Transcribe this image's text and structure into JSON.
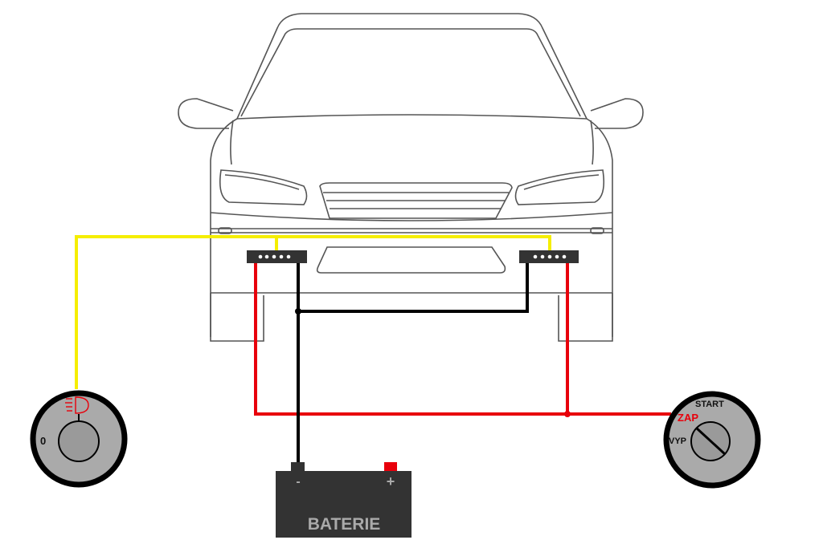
{
  "battery": {
    "label": "BATERIE",
    "minus": "-",
    "plus": "+"
  },
  "light_switch": {
    "position_off": "0",
    "icon": "headlight-icon"
  },
  "ignition_switch": {
    "start": "START",
    "on": "ZAP",
    "off": "VYP"
  },
  "colors": {
    "yellow": "#f5ee00",
    "red": "#e8000b",
    "black": "#000000",
    "switch_body": "#aaaaaa",
    "battery": "#333333"
  }
}
